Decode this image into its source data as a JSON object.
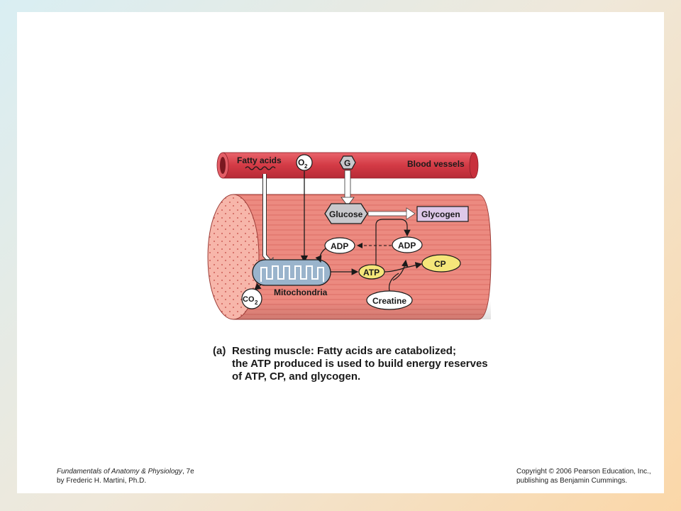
{
  "figure": {
    "labels": {
      "fatty_acids": "Fatty acids",
      "oxygen_main": "O",
      "oxygen_sub": "2",
      "glucose_symbol": "G",
      "blood_vessels": "Blood vessels",
      "glucose": "Glucose",
      "glycogen": "Glycogen",
      "adp_left": "ADP",
      "adp_right": "ADP",
      "atp": "ATP",
      "cp": "CP",
      "creatine": "Creatine",
      "mitochondria": "Mitochondria",
      "co2_main": "CO",
      "co2_sub": "2"
    },
    "caption": {
      "label": "(a)",
      "lead": "Resting muscle:",
      "line1": "Fatty acids are catabolized;",
      "line2": "the ATP produced is used to build energy reserves",
      "line3": "of ATP, CP, and glycogen."
    }
  },
  "footer": {
    "book_title": "Fundamentals of Anatomy & Physiology",
    "edition": ", 7e",
    "author": "by Frederic H. Martini, Ph.D.",
    "copyright": "Copyright © 2006 Pearson Education, Inc.,",
    "publisher": "publishing as Benjamin Cummings."
  },
  "colors": {
    "muscle": "#ec8a80",
    "muscle_stripe": "#d86a62",
    "vessel": "#d9404a",
    "mitochondria": "#9ab4cc",
    "atp_cp": "#f5e67a",
    "glucose": "#c8c8cc",
    "glycogen": "#ddc8e8"
  }
}
